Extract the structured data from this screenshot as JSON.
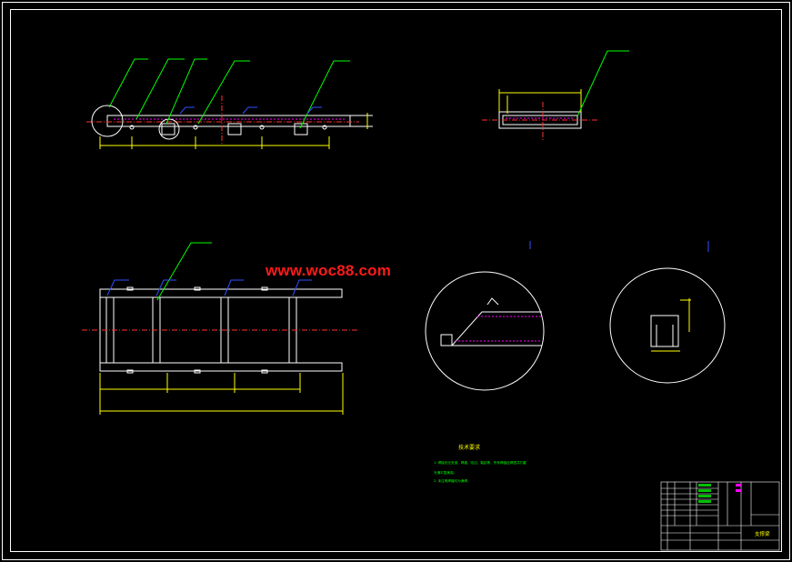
{
  "watermark": "www.woc88.com",
  "notes": {
    "title": "技术要求",
    "items": [
      "1. 焊接处无夹渣、焊瘤、咬边、裂纹等，所有焊缝应焊透并打磨",
      "   光滑平整美观。",
      "2. 未注明焊缝均为满焊。"
    ]
  },
  "title_block": {
    "drawing_name": "支撑梁"
  },
  "colors": {
    "background": "#000000",
    "outline": "#ffffff",
    "centerline": "#ff3030",
    "leader": "#00ff00",
    "weld_symbol": "#3050ff",
    "dimension": "#ffff00",
    "hidden": "#ff00ff",
    "watermark": "#ff1a1a"
  }
}
